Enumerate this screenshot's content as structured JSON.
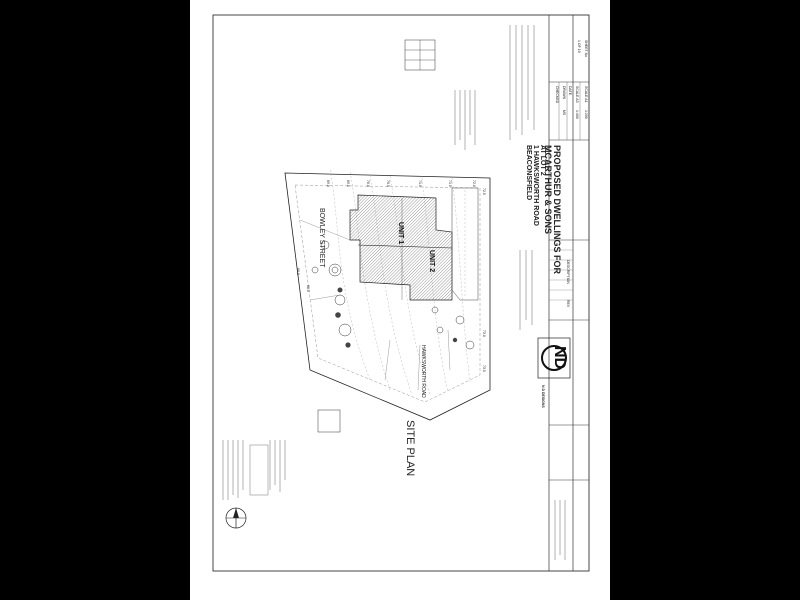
{
  "sheet": {
    "title_block": {
      "project_line1": "PROPOSED DWELLINGS FOR",
      "project_line2": "MCARTHUR & SONS",
      "project_line3": "AT LOT 2",
      "project_line4": "1 HAWKSWORTH ROAD",
      "project_line5": "BEACONSFIELD",
      "scale_a1": "SCALE A1",
      "scale_a1_value": "1:200",
      "scale_a3": "SCALE A3",
      "scale_a3_value": "1:400",
      "date_label": "DATE",
      "drawn_label": "DRAWN",
      "drawn_value": "MS",
      "checked_label": "CHECKED",
      "sheet_no_label": "SHEET No",
      "sheet_no_value": "1 OF 10",
      "revision_label": "REV",
      "description_label": "DESCRIPTION",
      "logo_text": "ND",
      "firm_name": "N D DESIGNS"
    },
    "plan": {
      "heading": "SITE PLAN",
      "street_top": "BOWLEY STREET",
      "street_bottom": "HAWKSWORTH ROAD",
      "unit1": "UNIT 1",
      "unit2": "UNIT 2",
      "level_labels": [
        "69.0",
        "69.5",
        "70.0",
        "70.5",
        "71.0",
        "71.5",
        "72.0",
        "72.5",
        "73.0",
        "73.5",
        "68.5",
        "68.0"
      ]
    }
  }
}
